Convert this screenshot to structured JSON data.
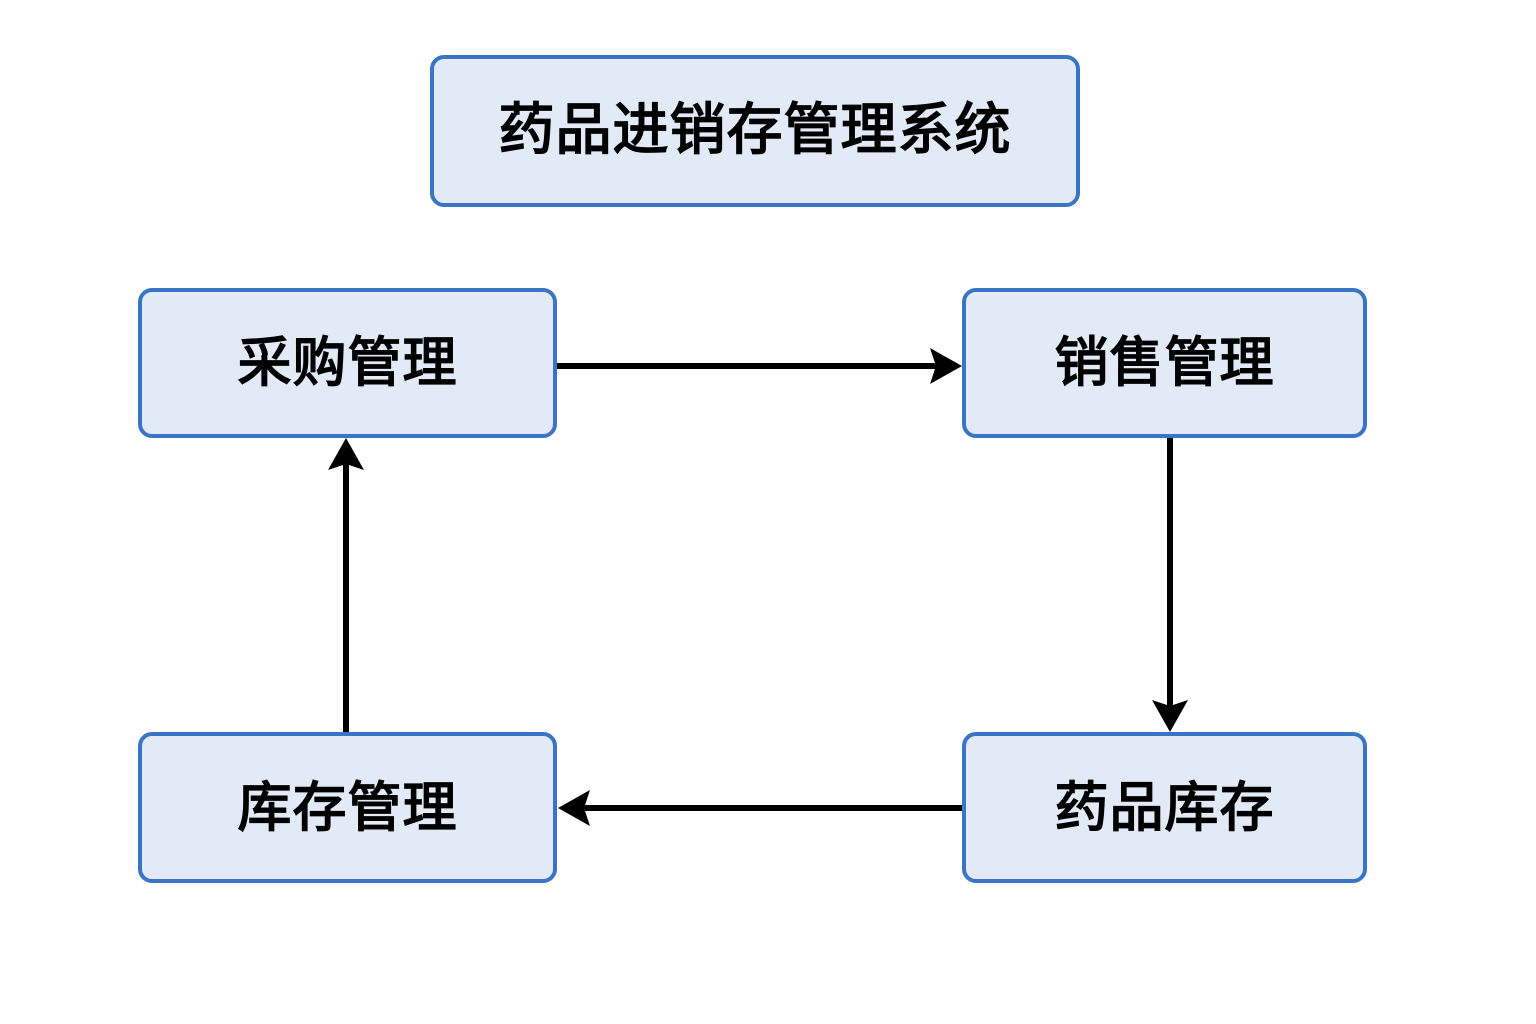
{
  "diagram": {
    "type": "flowchart",
    "background_color": "#ffffff",
    "node_fill_color": "#e3eaf7",
    "node_border_color": "#3a74c4",
    "text_color": "#000000",
    "edge_color": "#000000",
    "title": "药品进销存管理系统",
    "nodes": [
      {
        "id": "title",
        "label": "药品进销存管理系统",
        "role": "system-title"
      },
      {
        "id": "procurement",
        "label": "采购管理",
        "role": "process"
      },
      {
        "id": "sales",
        "label": "销售管理",
        "role": "process"
      },
      {
        "id": "stock_management",
        "label": "库存管理",
        "role": "process"
      },
      {
        "id": "drug_inventory",
        "label": "药品库存",
        "role": "data-store"
      }
    ],
    "edges": [
      {
        "from": "采购管理",
        "to": "销售管理",
        "direction": "right",
        "label": ""
      },
      {
        "from": "销售管理",
        "to": "药品库存",
        "direction": "down",
        "label": ""
      },
      {
        "from": "药品库存",
        "to": "库存管理",
        "direction": "left",
        "label": ""
      },
      {
        "from": "库存管理",
        "to": "采购管理",
        "direction": "up",
        "label": ""
      }
    ]
  }
}
